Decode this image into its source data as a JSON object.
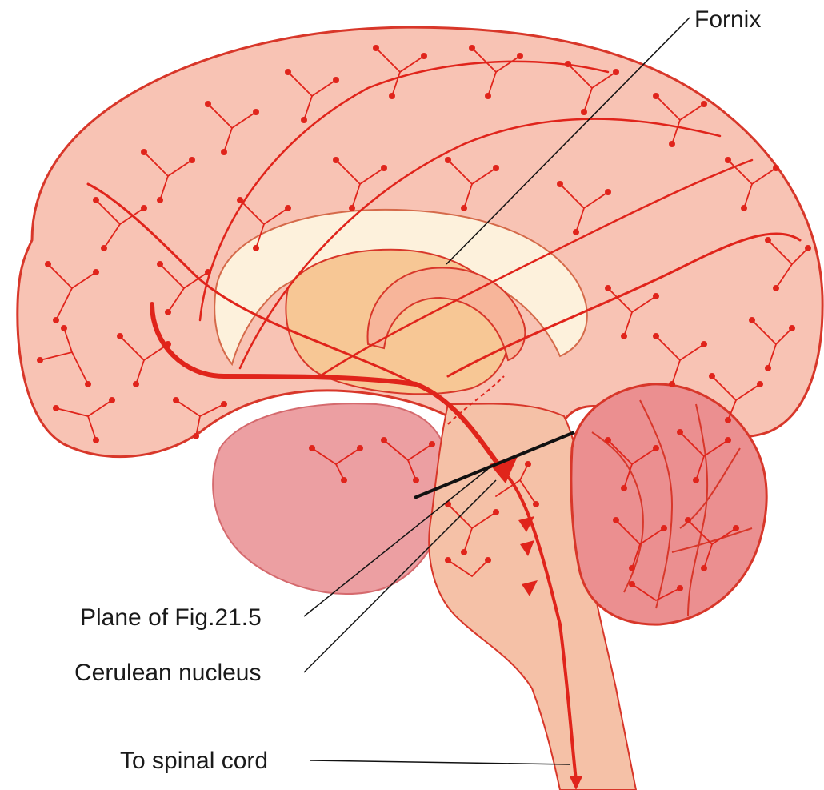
{
  "labels": {
    "fornix": "Fornix",
    "plane": "Plane of Fig.21.5",
    "cerulean": "Cerulean nucleus",
    "spinal": "To spinal cord"
  },
  "colors": {
    "cortex_fill": "#f8c3b4",
    "cortex_outline": "#d8372a",
    "axon_red": "#e0241b",
    "corpus_callosum": "#fdf1dc",
    "thalamus": "#f7c795",
    "brainstem_fill": "#f5c1a7",
    "cerebellum_fill": "#eb8f90",
    "temporal_fill": "#ec9fa2",
    "leader_line": "#111111"
  }
}
